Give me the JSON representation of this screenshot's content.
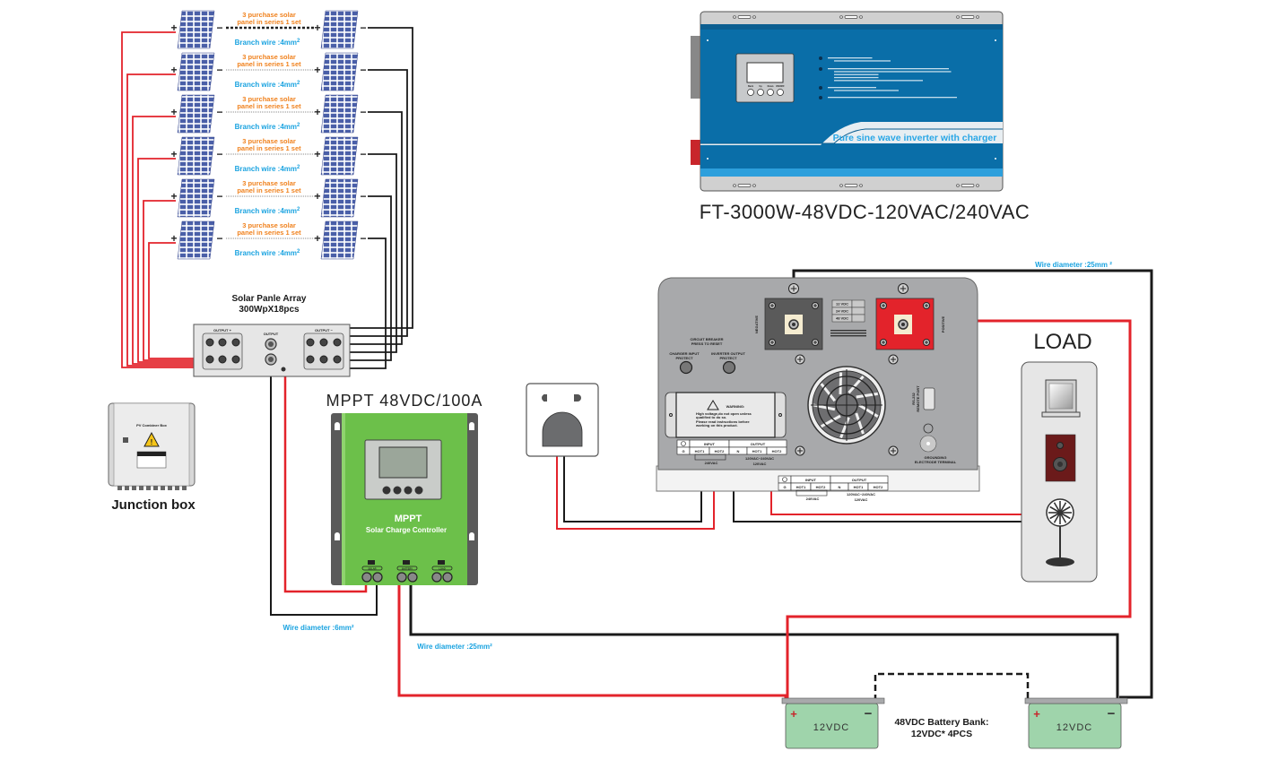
{
  "solar_array": {
    "string_label_line1": "3 purchase solar",
    "string_label_line2": "panel in series 1 set",
    "branch_wire_label": "Branch wire :4mm",
    "branch_wire_sup": "2",
    "plus": "+",
    "minus": "−",
    "rows": 6,
    "title_line1": "Solar Panle Array",
    "title_line2": "300WpX18pcs"
  },
  "combiner": {
    "left_label": "OUTPUT +",
    "right_label": "OUTPUT −",
    "center_label": "OUTPUT"
  },
  "junction_box": {
    "label": "Junction box",
    "inner_label": "PV Combiner Box"
  },
  "charge_controller": {
    "title": "MPPT 48VDC/100A",
    "brand": "MPPT",
    "subtitle": "Solar Charge Controller",
    "terminals": [
      "SOLAR",
      "BATTERY",
      "LOAD"
    ]
  },
  "inverter": {
    "model": "FT-3000W-48VDC-120VAC/240VAC",
    "front_banner": "Pure sine wave inverter with charger",
    "front_buttons": [
      "Back",
      "Up",
      "Down",
      "ON/OFF"
    ],
    "rear": {
      "negative": "NEGATIVE",
      "positive": "POSITIVE",
      "voltages": [
        "12 VDC",
        "24 VDC",
        "48 VDC"
      ],
      "breaker_title_1": "CIRCUIT BREAKER",
      "breaker_title_2": "PRESS TO RESET",
      "charger_protect_1": "CHARGER INPUT",
      "charger_protect_2": "PROTECT",
      "inverter_protect_1": "INVERTER OUTPUT",
      "inverter_protect_2": "PROTECT",
      "warning_title": "WARNING:",
      "warning_line1": "High voltage,do not open unless",
      "warning_line2": "qualified to do so.",
      "warning_line3": "Please read instructions before",
      "warning_line4": "working on this product.",
      "rs232_1": "RS-232",
      "rs232_2": "REMOTE PORT",
      "grounding_1": "GROUNDING",
      "grounding_2": "ELECTRODE TERMINAL",
      "terminal_input": "INPUT",
      "terminal_output": "OUTPUT",
      "terminal_cells": [
        "G",
        "HOT1",
        "HOT2",
        "N",
        "HOT1",
        "HOT2"
      ],
      "input_voltage": "240VAC",
      "output_voltage_1": "120VAC~240VAC",
      "output_voltage_2": "120VAC"
    }
  },
  "load": {
    "label": "LOAD",
    "devices": [
      "computer",
      "speaker",
      "fan"
    ]
  },
  "wires": {
    "pv_to_controller": "Wire diameter :6mm²",
    "controller_to_battery": "Wire diameter :25mm²",
    "inverter_to_battery": "Wire diameter :25mm ²"
  },
  "battery_bank": {
    "battery_label": "12VDC",
    "title_line1": "48VDC Battery Bank:",
    "title_line2": "12VDC* 4PCS",
    "plus": "+",
    "minus": "−"
  },
  "colors": {
    "positive_wire": "#e3232b",
    "negative_wire": "#1a1a1a",
    "panel_blue": "#4a5fa8",
    "inverter_blue": "#0a6ea8",
    "controller_green": "#6cc04a",
    "battery_green": "#9fd4ab",
    "wire_label_blue": "#1aa3e0",
    "string_label_orange": "#f0821e"
  }
}
